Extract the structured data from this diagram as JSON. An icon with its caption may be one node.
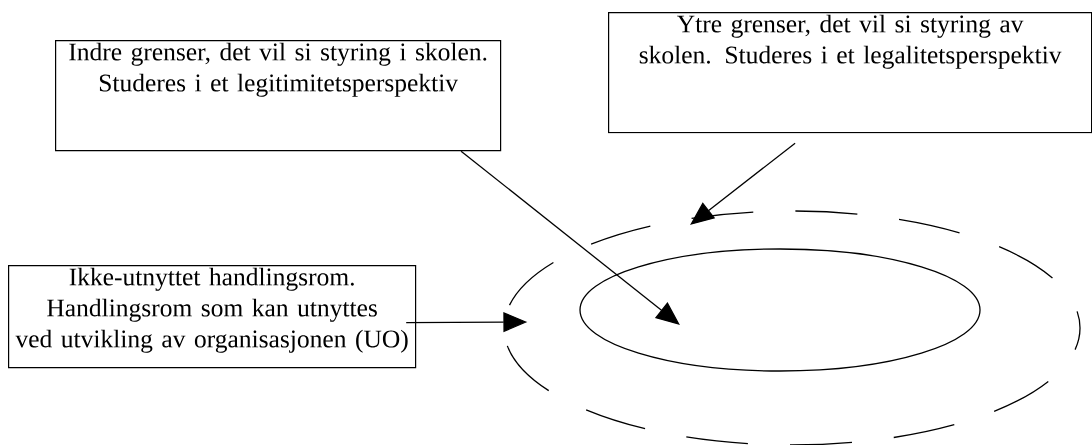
{
  "diagram": {
    "nodes": [
      {
        "text": [
          "Indre grenser, det vil si styring i skolen. Studeres i et legitimitetsperspektiv"
        ]
      },
      {
        "text": [
          "Ytre grenser, det vil si styring av skolen. Studeres i et legalitetsperspektiv"
        ]
      },
      {
        "text": [
          "Ikke-utnyttet handlingsrom. Handlingsrom som kan utnyttes ved utvikling av organisasjonen (UO)"
        ]
      },
      {
        "text": [],
        "shape": "ellipse"
      },
      {
        "text": [],
        "shape": "ellipse",
        "in": 3
      }
    ],
    "edges": [
      {
        "from": 0,
        "to": 4,
        "arrow": "to"
      },
      {
        "from": 1,
        "to": 3,
        "arrow": "to"
      },
      {
        "from": 2,
        "to": 3,
        "arrow": "to"
      }
    ]
  }
}
